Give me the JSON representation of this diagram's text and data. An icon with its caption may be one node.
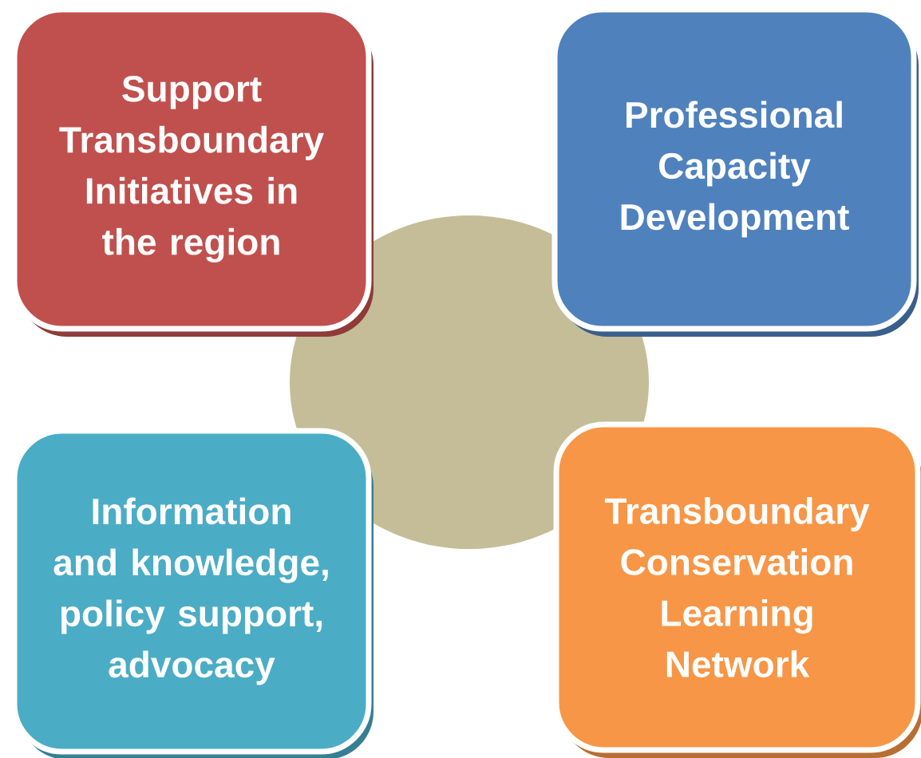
{
  "diagram": {
    "nodes": [
      {
        "text": [
          "Support Transboundary Initiatives in the region"
        ]
      },
      {
        "text": [
          "Professional Capacity Development"
        ]
      },
      {
        "text": [],
        "shape": "circle"
      },
      {
        "text": [
          "Information and knowledge, policy support, advocacy"
        ]
      },
      {
        "text": [
          "Transboundary Conservation Learning Network"
        ]
      }
    ]
  }
}
